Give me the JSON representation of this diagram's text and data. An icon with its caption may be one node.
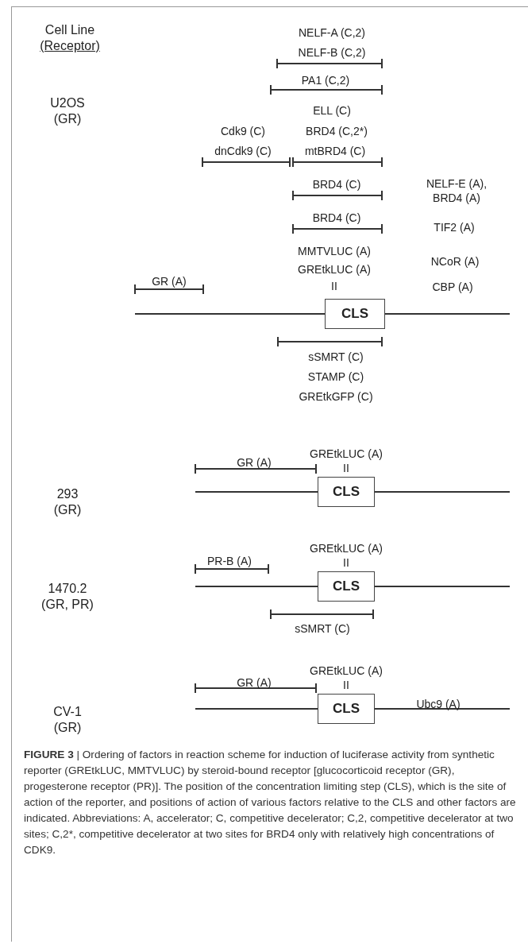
{
  "diagram": {
    "caption": "**FIGURE 3** | Ordering of factors in reaction scheme for induction of luciferase activity from synthetic reporter (GREtkLUC, MMTVLUC) by steroid-bound receptor [glucocorticoid receptor (GR), progesterone receptor (PR)]. The position of the concentration limiting step (CLS), which is the site of action of the reporter, and positions of action of various factors relative to the CLS and other factors are indicated. Abbreviations: A, accelerator; C, competitive decelerator; C,2, competitive decelerator at two sites; C,2*, competitive decelerator at two sites for BRD4 only with relatively high concentrations of CDK9.",
    "nodes": [
      {
        "text": [
          "CLS"
        ]
      },
      {
        "text": [
          "CLS"
        ]
      },
      {
        "text": [
          "CLS"
        ]
      },
      {
        "text": [
          "CLS"
        ]
      }
    ],
    "labels": [
      "Cell Line",
      "(Receptor)",
      "NELF-A (C,2)",
      "NELF-B (C,2)",
      "PA1 (C,2)",
      "U2OS (GR)",
      "ELL (C)",
      "Cdk9 (C)",
      "BRD4 (C,2*)",
      "dnCdk9 (C)",
      "mtBRD4 (C)",
      "BRD4 (C)",
      "NELF-E (A), BRD4 (A)",
      "BRD4 (C)",
      "TIF2 (A)",
      "MMTVLUC (A)",
      "GREtkLUC (A)",
      "NCoR (A)",
      "GR (A)",
      "II",
      "CBP (A)",
      "sSMRT (C)",
      "STAMP (C)",
      "GREtkGFP (C)",
      "GREtkLUC (A)",
      "GR (A)",
      "II",
      "293 (GR)",
      "GREtkLUC (A)",
      "PR-B (A)",
      "II",
      "1470.2 (GR, PR)",
      "sSMRT (C)",
      "GREtkLUC (A)",
      "GR (A)",
      "II",
      "Ubc9 (A)",
      "CV-1 (GR)"
    ]
  }
}
